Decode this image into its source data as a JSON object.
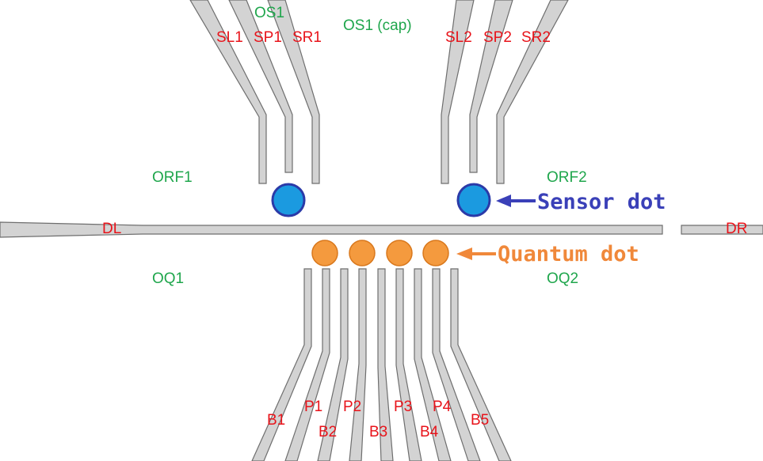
{
  "gate_labels": {
    "SL1": "SL1",
    "SP1": "SP1",
    "SR1": "SR1",
    "SL2": "SL2",
    "SP2": "SP2",
    "SR2": "SR2",
    "DL": "DL",
    "DR": "DR",
    "B1": "B1",
    "B2": "B2",
    "B3": "B3",
    "B4": "B4",
    "B5": "B5",
    "P1": "P1",
    "P2": "P2",
    "P3": "P3",
    "P4": "P4"
  },
  "ohmic_labels": {
    "OS1": "OS1",
    "OS1cap": "OS1 (cap)",
    "ORF1": "ORF1",
    "ORF2": "ORF2",
    "OQ1": "OQ1",
    "OQ2": "OQ2"
  },
  "callouts": {
    "sensor": "Sensor dot",
    "quantum": "Quantum dot"
  },
  "colors": {
    "gate_fill": "#d3d3d3",
    "gate_stroke": "#6e6e6e",
    "gate_label": "#e8131a",
    "ohmic_label": "#1fa64c",
    "sensor_dot": "#1b9ae0",
    "sensor_callout": "#3a40b8",
    "quantum_dot": "#f49a3e",
    "quantum_callout": "#f0883a"
  },
  "dots": {
    "sensor_count": 2,
    "quantum_count": 4
  }
}
